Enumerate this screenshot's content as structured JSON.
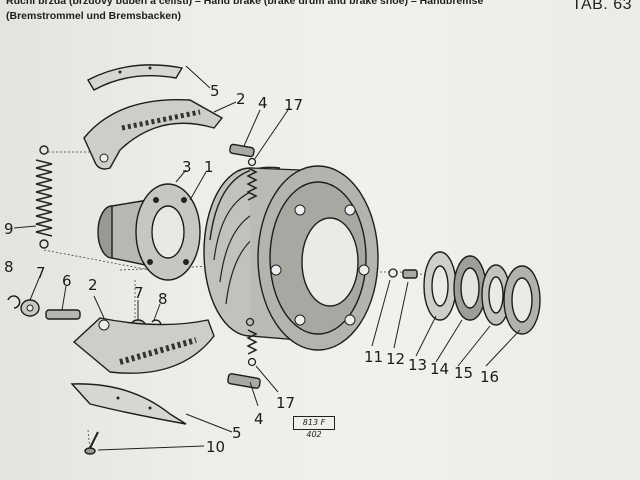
{
  "header": {
    "title": "Ruční brzda (brzdový buben a čelisti) – Hand brake (brake drum and brake shoe) – Handbremse (Bremstrommel und Bremsbacken)"
  },
  "tab_label": "TAB. 63",
  "stamp": "813 F 402",
  "callouts": {
    "n1": "1",
    "n2a": "2",
    "n2b": "2",
    "n3": "3",
    "n4a": "4",
    "n4b": "4",
    "n5a": "5",
    "n5b": "5",
    "n6": "6",
    "n7a": "7",
    "n7b": "7",
    "n8a": "8",
    "n8b": "8",
    "n9": "9",
    "n10": "10",
    "n11": "11",
    "n12": "12",
    "n13": "13",
    "n14": "14",
    "n15": "15",
    "n16": "16",
    "n17a": "17",
    "n17b": "17"
  }
}
